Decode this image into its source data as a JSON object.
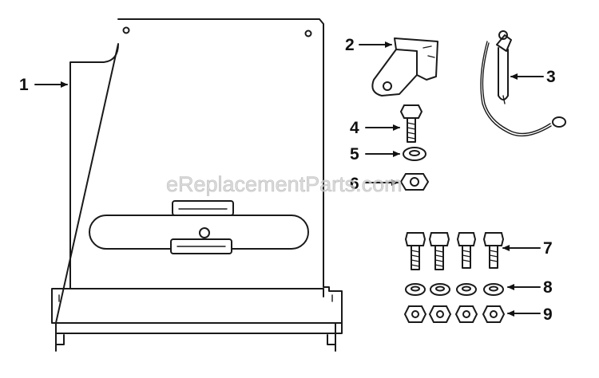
{
  "watermark": "eReplacementParts.com",
  "callouts": [
    {
      "number": "1",
      "part": "mounting-plate"
    },
    {
      "number": "2",
      "part": "bracket"
    },
    {
      "number": "3",
      "part": "hitch-pin-with-lanyard"
    },
    {
      "number": "4",
      "part": "bolt"
    },
    {
      "number": "5",
      "part": "washer"
    },
    {
      "number": "6",
      "part": "nut"
    },
    {
      "number": "7",
      "part": "bolts"
    },
    {
      "number": "8",
      "part": "washers"
    },
    {
      "number": "9",
      "part": "nuts"
    }
  ]
}
